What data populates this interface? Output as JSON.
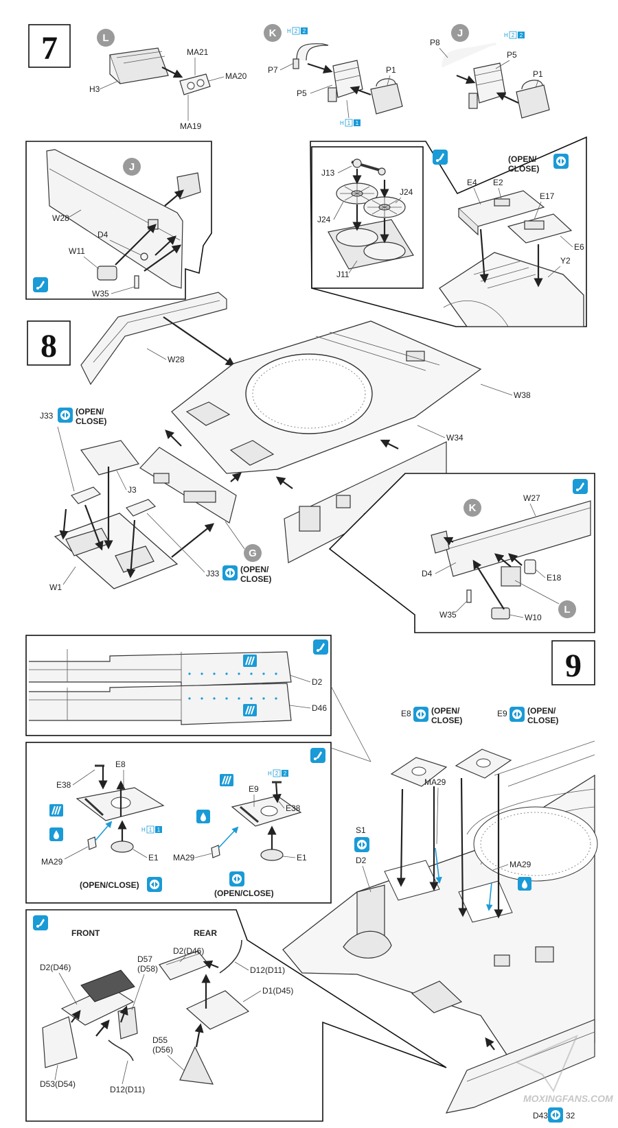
{
  "steps": {
    "step7": "7",
    "step8": "8",
    "step9": "9"
  },
  "sprues": {
    "L": "L",
    "K": "K",
    "J": "J",
    "G": "G"
  },
  "badges": {
    "h_box": "H",
    "two": "2",
    "one": "1"
  },
  "open_close": {
    "line1": "(OPEN/",
    "line2": "CLOSE)",
    "single": "(OPEN/CLOSE)"
  },
  "labels": {
    "H3": "H3",
    "MA21": "MA21",
    "MA20": "MA20",
    "MA19": "MA19",
    "P7": "P7",
    "P5": "P5",
    "P1": "P1",
    "P8": "P8",
    "W28": "W28",
    "D4": "D4",
    "W11": "W11",
    "W35": "W35",
    "J13": "J13",
    "J24": "J24",
    "J11": "J11",
    "E4": "E4",
    "E2": "E2",
    "E17": "E17",
    "E6": "E6",
    "Y2": "Y2",
    "W38": "W38",
    "W34": "W34",
    "J33": "J33",
    "J3": "J3",
    "W1": "W1",
    "W27": "W27",
    "E18": "E18",
    "W10": "W10",
    "D2": "D2",
    "D46": "D46",
    "E8": "E8",
    "E9": "E9",
    "E38": "E38",
    "MA29": "MA29",
    "E1": "E1",
    "S1": "S1",
    "FRONT": "FRONT",
    "REAR": "REAR",
    "D2_D46": "D2(D46)",
    "D57_D58_a": "D57",
    "D57_D58_b": "(D58)",
    "D12_D11": "D12(D11)",
    "D1_D45": "D1(D45)",
    "D55_D56_a": "D55",
    "D55_D56_b": "(D56)",
    "D53_D54": "D53(D54)",
    "D43": "D43",
    "D32": "32"
  },
  "watermark": "MOXINGFANS.COM",
  "colors": {
    "accent_blue": "#1a9ad6",
    "sprue_grey": "#9a9a9a",
    "line": "#222222"
  },
  "icons": {
    "paint": "paint-brush-icon",
    "option": "open-close-option-icon",
    "glue": "cement-drop-icon",
    "decal": "decal-stripes-icon"
  }
}
